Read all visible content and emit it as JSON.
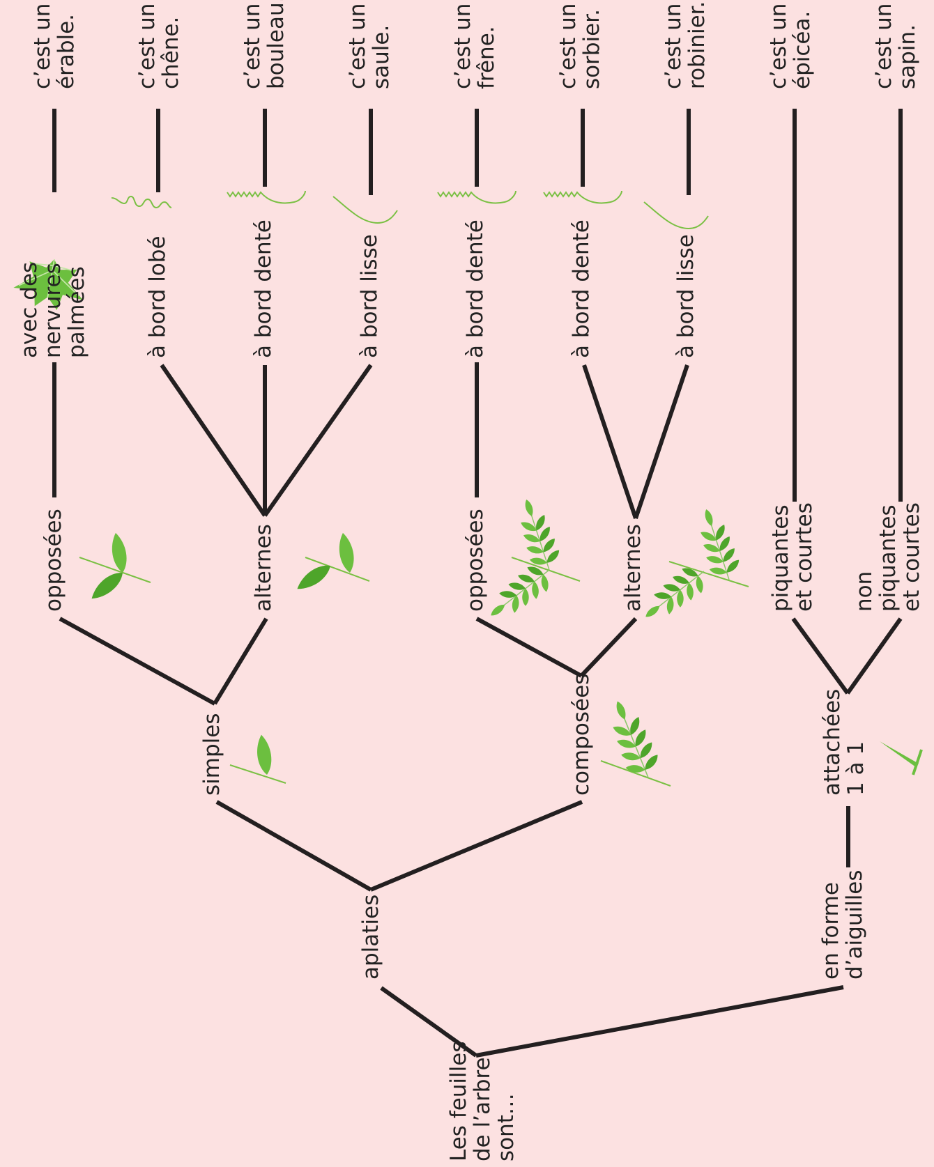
{
  "root": {
    "lines": [
      "Les feuilles",
      "de l’arbre",
      "sont…"
    ]
  },
  "nodes": {
    "aplaties": {
      "lines": [
        "aplaties"
      ]
    },
    "aiguilles": {
      "lines": [
        "en forme",
        "d’aiguilles"
      ]
    },
    "simples": {
      "lines": [
        "simples"
      ]
    },
    "composees": {
      "lines": [
        "composées"
      ]
    },
    "attachees": {
      "lines": [
        "attachées",
        "1 à 1"
      ]
    },
    "s_opposees": {
      "lines": [
        "opposées"
      ]
    },
    "s_alternes": {
      "lines": [
        "alternes"
      ]
    },
    "c_opposees": {
      "lines": [
        "opposées"
      ]
    },
    "c_alternes": {
      "lines": [
        "alternes"
      ]
    },
    "piquantes": {
      "lines": [
        "piquantes",
        "et courtes"
      ]
    },
    "non_piquantes": {
      "lines": [
        "non",
        "piquantes",
        "et courtes"
      ]
    },
    "nervures": {
      "lines": [
        "avec des",
        "nervures",
        "palmées"
      ]
    },
    "s_lobe": {
      "lines": [
        "à bord lobé"
      ]
    },
    "s_dente": {
      "lines": [
        "à bord denté"
      ]
    },
    "s_lisse": {
      "lines": [
        "à bord lisse"
      ]
    },
    "c_dente1": {
      "lines": [
        "à bord denté"
      ]
    },
    "c_dente2": {
      "lines": [
        "à bord denté"
      ]
    },
    "c_lisse": {
      "lines": [
        "à bord lisse"
      ]
    }
  },
  "results": [
    {
      "id": "erable",
      "lines": [
        "c’est un",
        "érable."
      ]
    },
    {
      "id": "chene",
      "lines": [
        "c’est un",
        "chêne."
      ]
    },
    {
      "id": "bouleau",
      "lines": [
        "c’est un",
        "bouleau."
      ]
    },
    {
      "id": "saule",
      "lines": [
        "c’est un",
        "saule."
      ]
    },
    {
      "id": "frene",
      "lines": [
        "c’est un",
        "frêne."
      ]
    },
    {
      "id": "sorbier",
      "lines": [
        "c’est un",
        "sorbier."
      ]
    },
    {
      "id": "robinier",
      "lines": [
        "c’est un",
        "robinier."
      ]
    },
    {
      "id": "epicea",
      "lines": [
        "c’est un",
        "épicéa."
      ]
    },
    {
      "id": "sapin",
      "lines": [
        "c’est un",
        "sapin."
      ]
    }
  ],
  "colors": {
    "background": "#fce1e1",
    "line": "#231f20",
    "text": "#222222",
    "leaf": "#6cbf3f",
    "leaf_margin": "#7ac043"
  },
  "icons": [
    "single-leaf-icon",
    "opposite-leaves-icon",
    "alternate-leaves-icon",
    "compound-leaf-icon",
    "opposite-compound-leaves-icon",
    "alternate-compound-leaves-icon",
    "needle-icon",
    "maple-leaf-icon",
    "lobed-margin-icon",
    "toothed-margin-icon",
    "smooth-margin-icon"
  ]
}
